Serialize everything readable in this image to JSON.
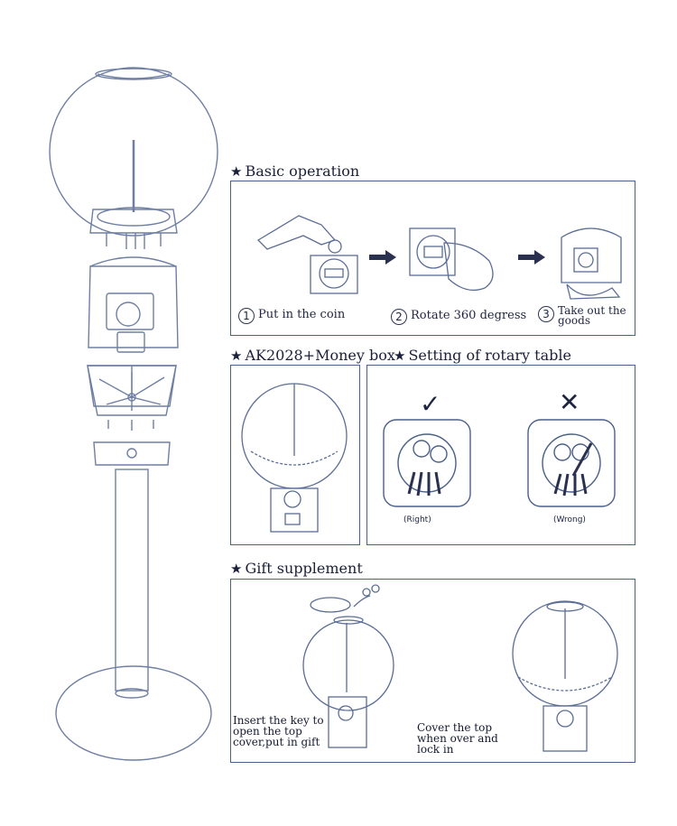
{
  "sections": {
    "basic": {
      "heading": "Basic operation",
      "steps": [
        {
          "num": "1",
          "text": "Put in  the coin"
        },
        {
          "num": "2",
          "text": "Rotate 360 degress"
        },
        {
          "num": "3",
          "text": "Take out the goods"
        }
      ]
    },
    "money_box": {
      "heading": "AK2028+Money box"
    },
    "rotary": {
      "heading": "Setting of rotary table",
      "right_label": "(Right)",
      "wrong_label": "(Wrong)",
      "check_symbol": "✓",
      "cross_symbol": "✕"
    },
    "gift": {
      "heading": "Gift supplement",
      "instruction_left": "Insert the key to open the top cover,put in gift",
      "instruction_right": "Cover the top when over and lock in"
    }
  },
  "icons": [
    "star-icon",
    "arrow-right-icon",
    "check-icon",
    "cross-icon"
  ],
  "colors": {
    "line": "#4a5f8a",
    "text": "#1a1f3a",
    "sketch": "#5b6d96"
  }
}
